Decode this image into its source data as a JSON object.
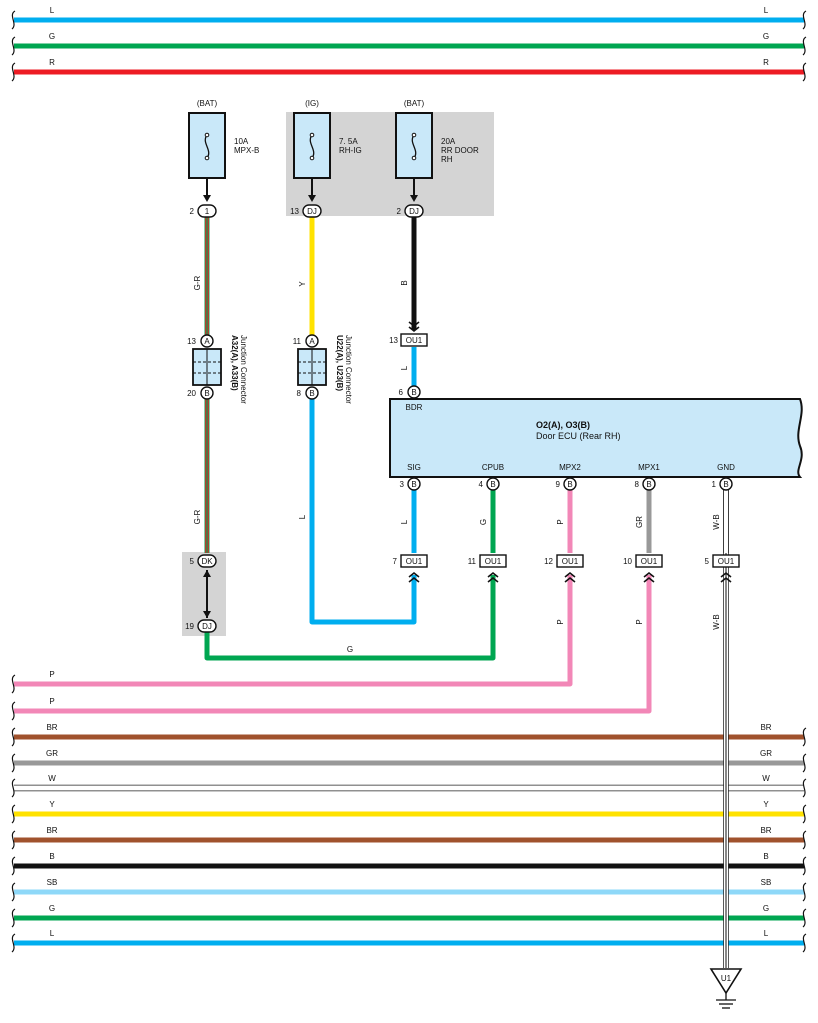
{
  "colors": {
    "L": "#00aeef",
    "G": "#00a651",
    "R": "#ed1c24",
    "Y": "#ffe200",
    "B": "#111111",
    "P": "#f287b7",
    "BR": "#a0522d",
    "GR": "#999999",
    "W": "#ffffff",
    "SB": "#8ed8f8",
    "box_fill": "#c9e8f9",
    "shade": "#d4d4d4"
  },
  "top_bus": [
    {
      "code": "L"
    },
    {
      "code": "G"
    },
    {
      "code": "R"
    }
  ],
  "bottom_bus": [
    {
      "code": "BR"
    },
    {
      "code": "GR"
    },
    {
      "code": "W"
    },
    {
      "code": "Y"
    },
    {
      "code": "BR"
    },
    {
      "code": "B"
    },
    {
      "code": "SB"
    },
    {
      "code": "G"
    },
    {
      "code": "L"
    }
  ],
  "pink_bus_label": "P",
  "fuses": [
    {
      "source": "(BAT)",
      "name_lines": [
        "10A",
        "MPX-B"
      ],
      "pin": "2",
      "connector": "1"
    },
    {
      "source": "(IG)",
      "name_lines": [
        "7. 5A",
        "RH-IG"
      ],
      "pin": "13",
      "connector": "DJ"
    },
    {
      "source": "(BAT)",
      "name_lines": [
        "20A",
        "RR DOOR",
        "RH"
      ],
      "pin": "2",
      "connector": "DJ"
    }
  ],
  "junction_connectors": [
    {
      "ref": "A32(A), A33(B)",
      "name": "Junction Connector",
      "pin_top": "13",
      "conn_top": "A",
      "pin_bottom": "20",
      "conn_bottom": "B"
    },
    {
      "ref": "U22(A), U23(B)",
      "name": "Junction Connector",
      "pin_top": "11",
      "conn_top": "A",
      "pin_bottom": "8",
      "conn_bottom": "B"
    }
  ],
  "ecu": {
    "ref": "O2(A), O3(B)",
    "name": "Door ECU (Rear RH)",
    "top_terminal": {
      "label": "BDR",
      "pin": "6",
      "conn": "B"
    },
    "terminals": [
      {
        "label": "SIG",
        "pin": "3",
        "conn": "B",
        "wire": "L",
        "ou_pin": "7"
      },
      {
        "label": "CPUB",
        "pin": "4",
        "conn": "B",
        "wire": "G",
        "ou_pin": "11"
      },
      {
        "label": "MPX2",
        "pin": "9",
        "conn": "B",
        "wire": "P",
        "ou_pin": "12"
      },
      {
        "label": "MPX1",
        "pin": "8",
        "conn": "B",
        "wire": "GR",
        "ou_pin": "10"
      },
      {
        "label": "GND",
        "pin": "1",
        "conn": "B",
        "wire": "W-B",
        "ou_pin": "5"
      }
    ]
  },
  "ou_connector": "OU1",
  "ou_top_pin": "13",
  "dk": {
    "pin": "5",
    "conn": "DK"
  },
  "dj": {
    "pin": "19",
    "conn": "DJ"
  },
  "wire_labels": {
    "gr1": "G-R",
    "gr2": "G-R",
    "y": "Y",
    "b": "B",
    "l_bdr": "L",
    "l_left": "L",
    "g_bottom": "G",
    "p_mpx2_lower": "P",
    "p_mpx1_lower": "P",
    "wb_lower": "W-B"
  },
  "ground": "U1"
}
